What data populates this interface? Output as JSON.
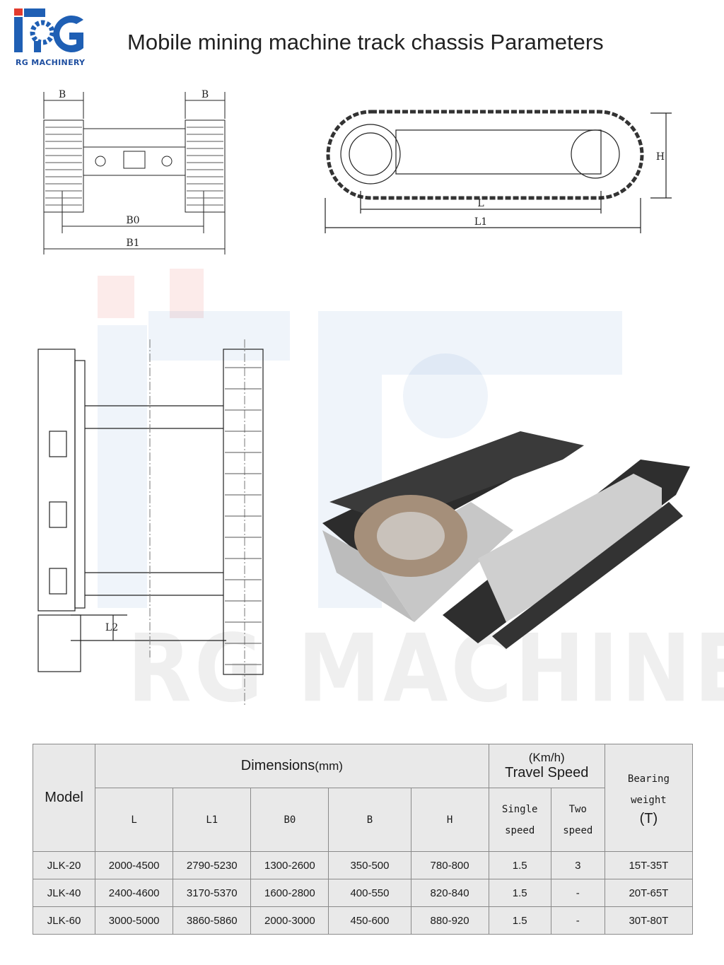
{
  "header": {
    "brand": "RG MACHINERY",
    "title": "Mobile mining machine track chassis Parameters"
  },
  "drawings": {
    "front_view": {
      "b_left": "B",
      "b_right": "B",
      "b0": "B0",
      "b1": "B1"
    },
    "side_view": {
      "h": "H",
      "l": "L",
      "l1": "L1"
    },
    "top_view": {
      "l2": "L2"
    }
  },
  "watermark": "RG MACHINERY",
  "table": {
    "model_header": "Model",
    "dimensions_header": "Dimensions",
    "dimensions_unit": "(mm)",
    "speed_unit": "(Km/h)",
    "speed_header": "Travel Speed",
    "columns": [
      "L",
      "L1",
      "B0",
      "B",
      "H"
    ],
    "single_speed": [
      "Single",
      "speed"
    ],
    "two_speed": [
      "Two",
      "speed"
    ],
    "bearing": [
      "Bearing",
      "weight",
      "(T)"
    ],
    "rows": [
      [
        "JLK-20",
        "2000-4500",
        "2790-5230",
        "1300-2600",
        "350-500",
        "780-800",
        "1.5",
        "3",
        "15T-35T"
      ],
      [
        "JLK-40",
        "2400-4600",
        "3170-5370",
        "1600-2800",
        "400-550",
        "820-840",
        "1.5",
        "-",
        "20T-65T"
      ],
      [
        "JLK-60",
        "3000-5000",
        "3860-5860",
        "2000-3000",
        "450-600",
        "880-920",
        "1.5",
        "-",
        "30T-80T"
      ]
    ]
  },
  "colors": {
    "brand_blue": "#1f5fb4",
    "brand_red": "#e23b2e",
    "table_bg": "#e9e9e9"
  }
}
